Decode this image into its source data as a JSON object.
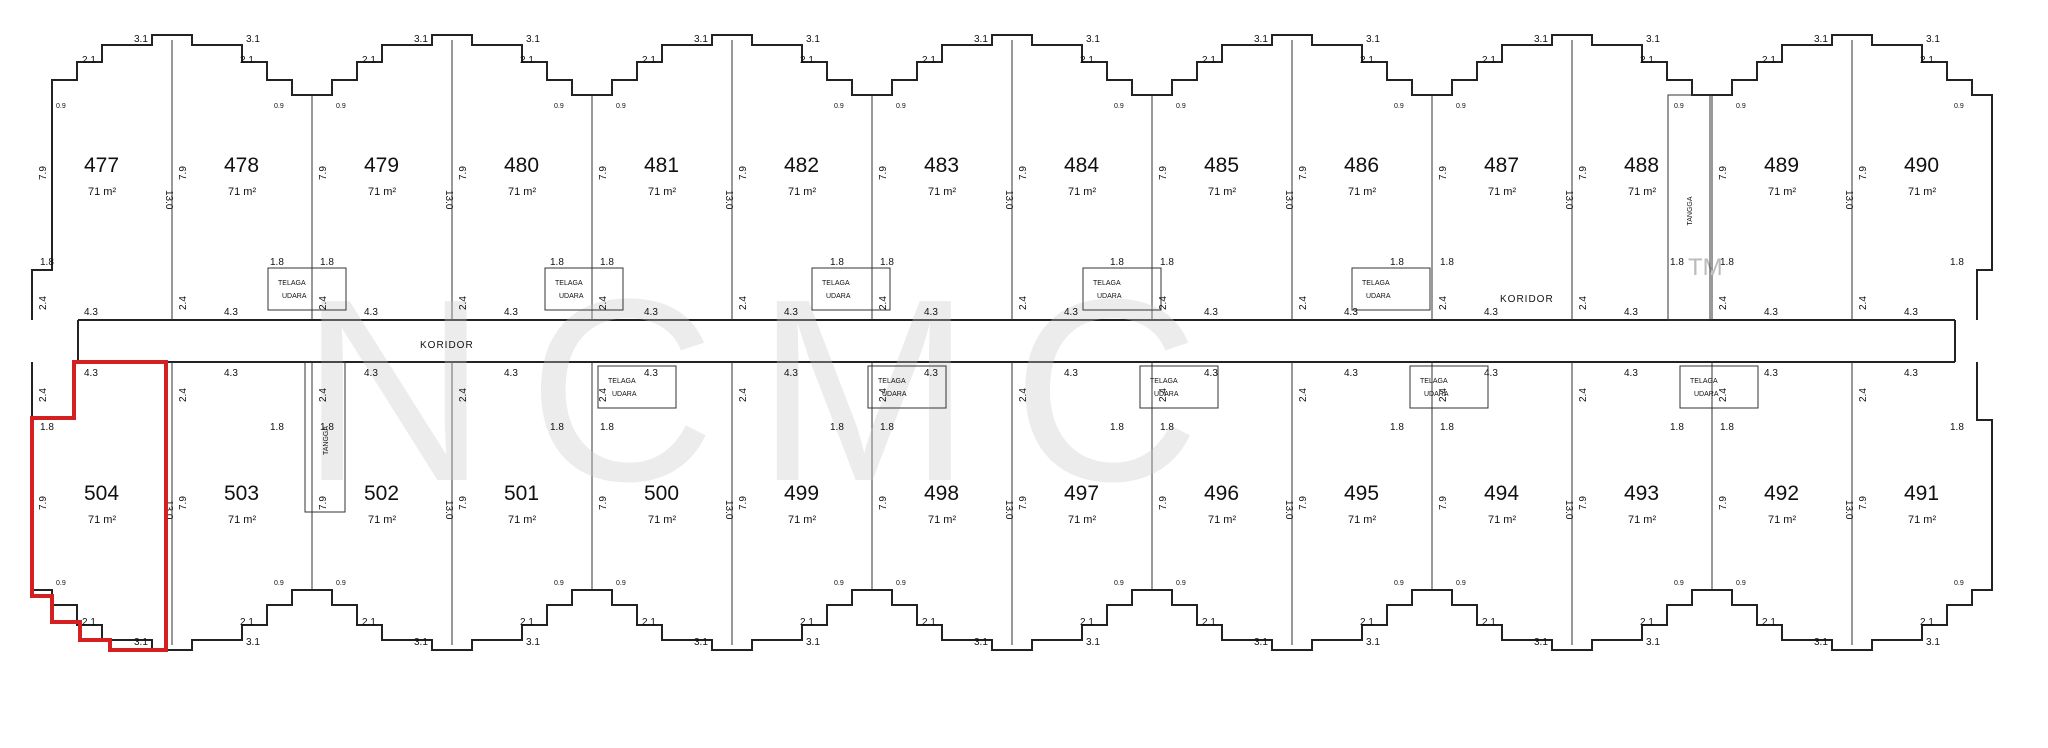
{
  "corridor": {
    "label_left": "KORIDOR",
    "label_right": "KORIDOR"
  },
  "watermark": {
    "text": "NCMC",
    "tm": "TM"
  },
  "highlight": {
    "unit": "504",
    "color": "#d42020"
  },
  "units_top": [
    {
      "num": "477",
      "area": "71 m²"
    },
    {
      "num": "478",
      "area": "71 m²"
    },
    {
      "num": "479",
      "area": "71 m²"
    },
    {
      "num": "480",
      "area": "71 m²"
    },
    {
      "num": "481",
      "area": "71 m²"
    },
    {
      "num": "482",
      "area": "71 m²"
    },
    {
      "num": "483",
      "area": "71 m²"
    },
    {
      "num": "484",
      "area": "71 m²"
    },
    {
      "num": "485",
      "area": "71 m²"
    },
    {
      "num": "486",
      "area": "71 m²"
    },
    {
      "num": "487",
      "area": "71 m²"
    },
    {
      "num": "488",
      "area": "71 m²"
    },
    {
      "num": "489",
      "area": "71 m²"
    },
    {
      "num": "490",
      "area": "71 m²"
    }
  ],
  "units_bottom": [
    {
      "num": "504",
      "area": "71 m²"
    },
    {
      "num": "503",
      "area": "71 m²"
    },
    {
      "num": "502",
      "area": "71 m²"
    },
    {
      "num": "501",
      "area": "71 m²"
    },
    {
      "num": "500",
      "area": "71 m²"
    },
    {
      "num": "499",
      "area": "71 m²"
    },
    {
      "num": "498",
      "area": "71 m²"
    },
    {
      "num": "497",
      "area": "71 m²"
    },
    {
      "num": "496",
      "area": "71 m²"
    },
    {
      "num": "495",
      "area": "71 m²"
    },
    {
      "num": "494",
      "area": "71 m²"
    },
    {
      "num": "493",
      "area": "71 m²"
    },
    {
      "num": "492",
      "area": "71 m²"
    },
    {
      "num": "491",
      "area": "71 m²"
    }
  ],
  "shafts_top": [
    {
      "line1": "TELAGA",
      "line2": "UDARA"
    },
    {
      "line1": "TELAGA",
      "line2": "UDARA"
    },
    {
      "line1": "TELAGA",
      "line2": "UDARA"
    },
    {
      "line1": "TELAGA",
      "line2": "UDARA"
    },
    {
      "line1": "TELAGA",
      "line2": "UDARA"
    }
  ],
  "shafts_bottom": [
    {
      "line1": "TELAGA",
      "line2": "UDARA"
    },
    {
      "line1": "TELAGA",
      "line2": "UDARA"
    },
    {
      "line1": "TELAGA",
      "line2": "UDARA"
    },
    {
      "line1": "TELAGA",
      "line2": "UDARA"
    },
    {
      "line1": "TELAGA",
      "line2": "UDARA"
    }
  ],
  "stairs": {
    "label": "TANGGA"
  },
  "dimensions": {
    "depth": "13.0",
    "height": "7.9",
    "width": "4.3",
    "bay": "2.4",
    "step": "1.8",
    "front": "3.1",
    "front_side": "2.1",
    "notch": "0.9"
  }
}
